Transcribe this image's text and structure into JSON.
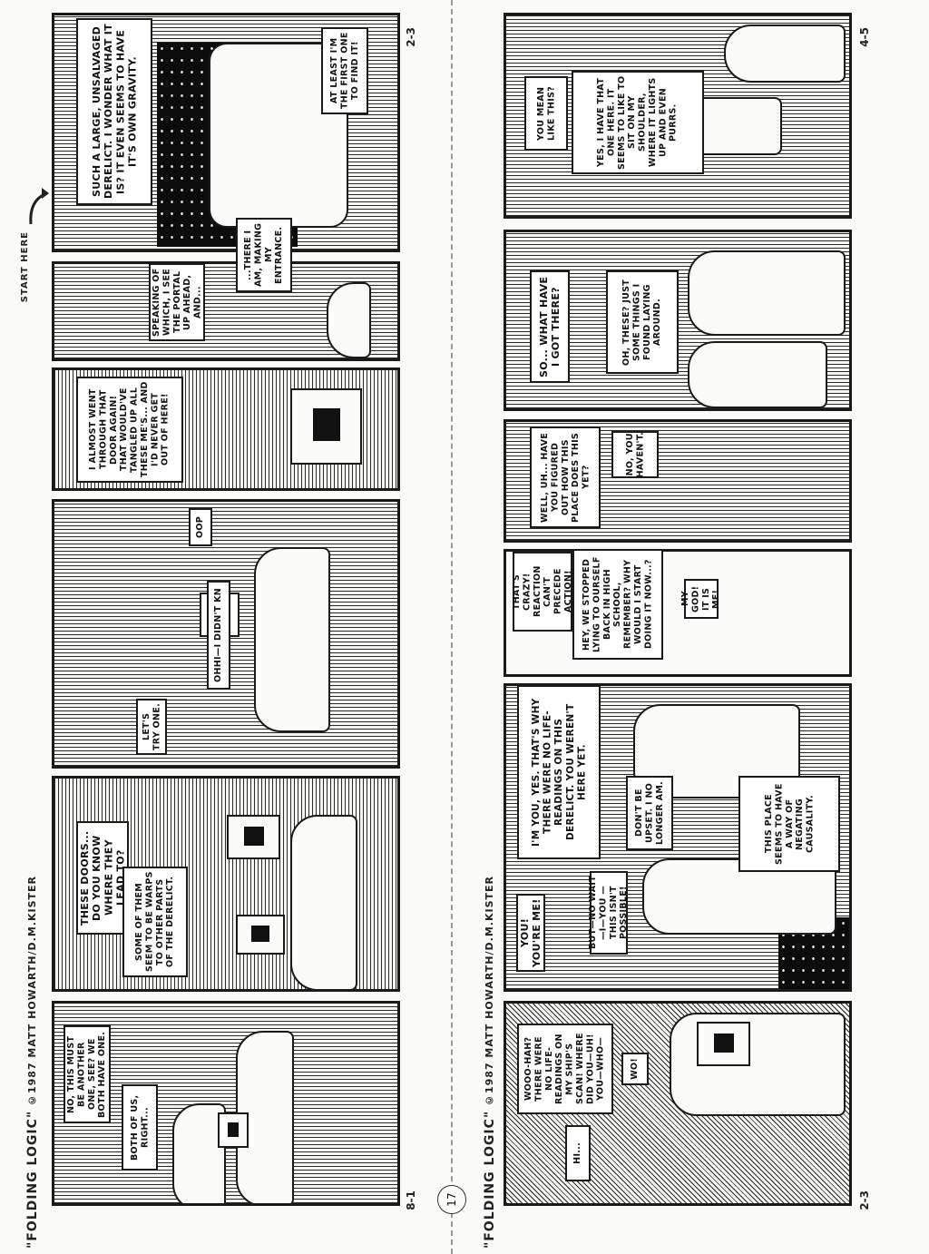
{
  "page_number": "17",
  "start_here": "START HERE",
  "strips": [
    {
      "credit_title": "\"FOLDING LOGIC\"",
      "credit_text": "©1987 MATT HOWARTH/D.M.KISTER",
      "code_bottom": "8-1",
      "code_top": "2-3",
      "bubbles": [
        "NO, THIS MUST BE ANOTHER ONE, SEE? WE BOTH HAVE ONE.",
        "BOTH OF US, RIGHT...",
        "THESE DOORS... DO YOU KNOW WHERE THEY LEAD TO?",
        "SOME OF THEM SEEM TO BE WARPS TO OTHER PARTS OF THE DERELICT.",
        "LET'S TRY ONE.",
        "OHHI—I DIDN'T KN",
        "OOP",
        "I ALMOST WENT THROUGH THAT DOOR AGAIN! THAT WOULD'VE TANGLED UP ALL THESE ME'S... AND I'D NEVER GET OUT OF HERE!",
        "SPEAKING OF WHICH, I SEE THE PORTAL UP AHEAD, AND...",
        "...THERE I AM, MAKING MY ENTRANCE.",
        "SUCH A LARGE, UNSALVAGED DERELICT. I WONDER WHAT IT IS? IT EVEN SEEMS TO HAVE IT'S OWN GRAVITY.",
        "AT LEAST I'M THE FIRST ONE TO FIND IT!"
      ]
    },
    {
      "credit_title": "\"FOLDING LOGIC\"",
      "credit_text": "©1987 MATT HOWARTH/D.M.KISTER",
      "code_bottom": "2-3",
      "code_top": "4-5",
      "bubbles": [
        "HI...",
        "WOOO-HAH? THERE WERE NO LIFE-READINGS ON MY SHIP'S SCAN! WHERE DID YOU—UH! YOU—WHO—",
        "WO!",
        "YOU! YOU'RE ME!",
        "BUT—NO WAIT—I—YOU —THIS ISN'T POSSIBLE!",
        "I'M YOU, YES. THAT'S WHY THERE WERE NO LIFE-READINGS ON THIS DERELICT. YOU WEREN'T HERE YET.",
        "DON'T BE UPSET. I NO LONGER AM.",
        "THIS PLACE SEEMS TO HAVE A WAY OF NEGATING CAUSALITY.",
        "THAT'S CRAZY! REACTION CAN'T PRECEDE ACTION!",
        "HEY, WE STOPPED LYING TO OURSELF BACK IN HIGH SCHOOL, REMEMBER? WHY WOULD I START DOING IT NOW...?",
        "MY GOD! IT IS ME!",
        "WELL, UH... HAVE YOU FIGURED OUT HOW THIS PLACE DOES THIS YET?",
        "NO, YOU HAVEN'T.",
        "SO... WHAT HAVE I GOT THERE?",
        "OH, THESE? JUST SOME THINGS I FOUND LAYING AROUND.",
        "YOU MEAN LIKE THIS?",
        "YES, I HAVE THAT ONE HERE. IT SEEMS TO LIKE TO SIT ON MY SHOULDER, WHERE IT LIGHTS UP AND EVEN PURRS."
      ]
    }
  ]
}
